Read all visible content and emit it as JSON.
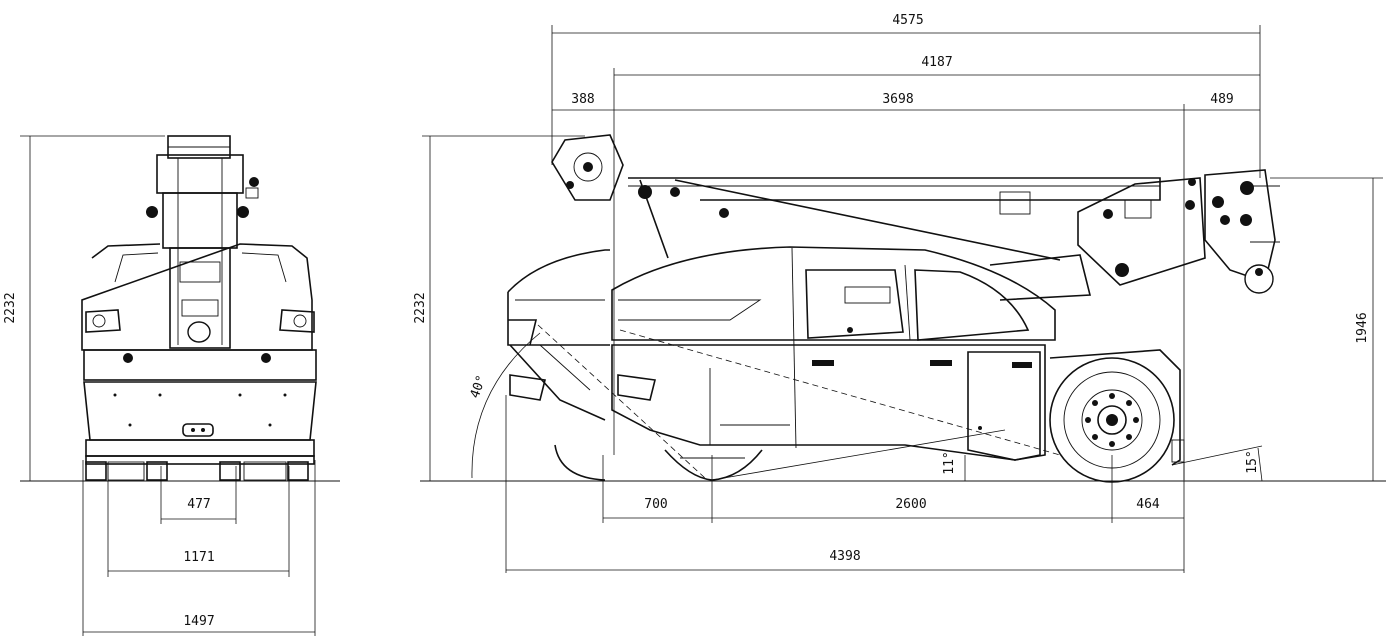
{
  "front_view": {
    "height_label": "2232",
    "widths": [
      "477",
      "1171",
      "1497"
    ]
  },
  "side_view": {
    "top_dims": [
      "4575",
      "4187",
      "388",
      "3698",
      "489"
    ],
    "height_label": "2232",
    "right_height_label": "1946",
    "bottom_dims": [
      "700",
      "2600",
      "464",
      "4398"
    ],
    "angles": [
      "40°",
      "11°",
      "15°"
    ]
  },
  "colors": {
    "line": "#111111",
    "background": "#ffffff"
  }
}
